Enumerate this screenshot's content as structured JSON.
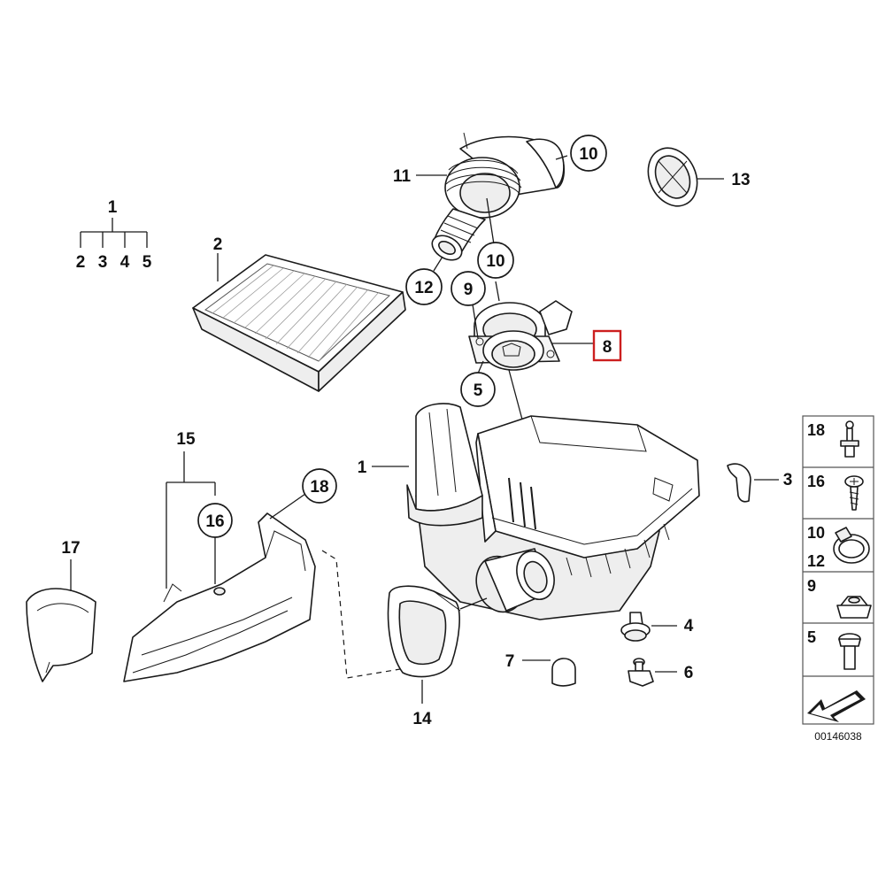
{
  "callouts": {
    "c1": "1",
    "c1_sub": [
      "2",
      "3",
      "4",
      "5"
    ],
    "c2": "2",
    "c1b": "1",
    "c3": "3",
    "c4": "4",
    "c5": "5",
    "c6": "6",
    "c7": "7",
    "c8": "8",
    "c9": "9",
    "c10a": "10",
    "c10b": "10",
    "c11": "11",
    "c12": "12",
    "c13": "13",
    "c14": "14",
    "c15": "15",
    "c16": "16",
    "c17": "17",
    "c18": "18"
  },
  "legend": {
    "rows": [
      {
        "label": "18",
        "icon": "bolt-with-washer-icon"
      },
      {
        "label": "16",
        "icon": "screw-icon"
      },
      {
        "label": "10",
        "label2": "12",
        "icon": "hose-clamp-icon"
      },
      {
        "label": "9",
        "icon": "hex-nut-icon"
      },
      {
        "label": "5",
        "icon": "bolt-icon"
      },
      {
        "label": "",
        "icon": "arrow-icon"
      }
    ]
  },
  "reference_number": "00146038",
  "colors": {
    "highlight": "#cc1f1f"
  }
}
